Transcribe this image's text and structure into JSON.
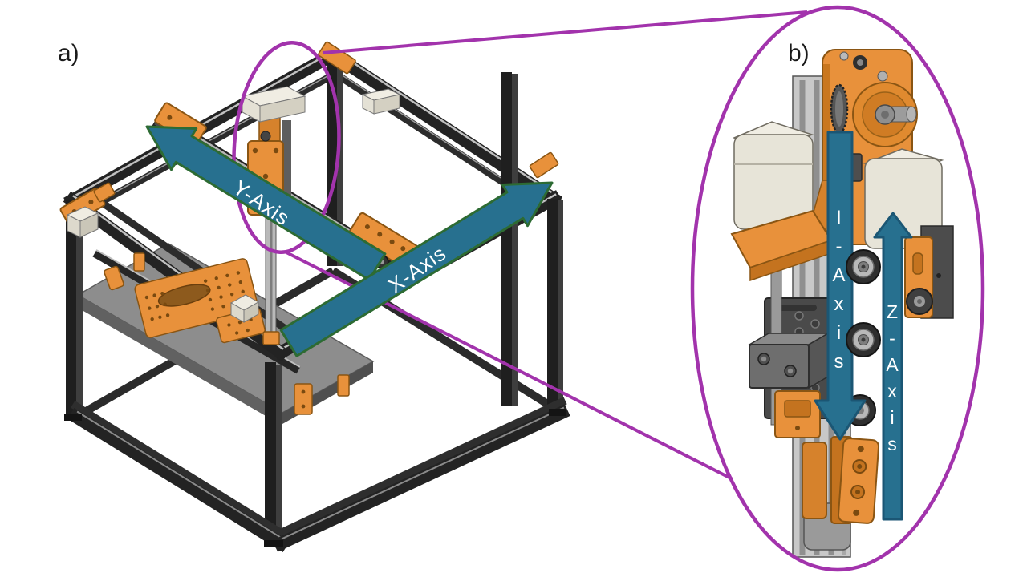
{
  "panels": {
    "a_label": "a)",
    "b_label": "b)"
  },
  "axes": {
    "y_label": "Y-Axis",
    "x_label": "X-Axis",
    "i_label": "I-Axis",
    "z_label": "Z-Axis"
  },
  "colors": {
    "background": "#FFFFFF",
    "arrow_fill": "#27708F",
    "arrow_outline_xy": "#2D6B33",
    "arrow_outline_iz": "#1B5674",
    "arrow_label_text": "#FFFFFF",
    "callout_purple": "#A233AC",
    "panel_label_text": "#1A1A1A",
    "machine_orange": "#E8913B",
    "frame_black": "#232323",
    "stepper_cream": "#E9E6DB",
    "aluminum_gray": "#C8C8C8"
  }
}
